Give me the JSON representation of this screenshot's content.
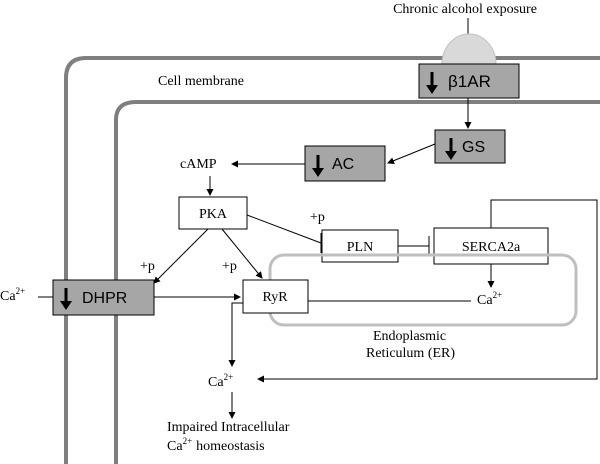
{
  "exposure": "Chronic alcohol exposure",
  "membrane_label": "Cell membrane",
  "receptor": "β1AR",
  "gs": "GS",
  "ac": "AC",
  "camp": "cAMP",
  "pka": "PKA",
  "pln": "PLN",
  "serca": "SERCA2a",
  "dhpr": "DHPR",
  "ryr": "RyR",
  "phospho_label": "+p",
  "ca_symbol": "Ca",
  "ca_charge": "2+",
  "er_line1": "Endoplasmic",
  "er_line2": "Reticulum  (ER)",
  "outcome_line1": "Impaired Intracellular",
  "outcome_line2": "homeostasis",
  "colors": {
    "down_box_fill": "#a6a6a6",
    "membrane": "#7f7f7f",
    "er_border": "#bfbfbf",
    "ellipse": "#d9d9d9"
  },
  "icons": {
    "down_arrow": "down-arrow-icon",
    "inhibition": "inhibition-bar-icon"
  }
}
